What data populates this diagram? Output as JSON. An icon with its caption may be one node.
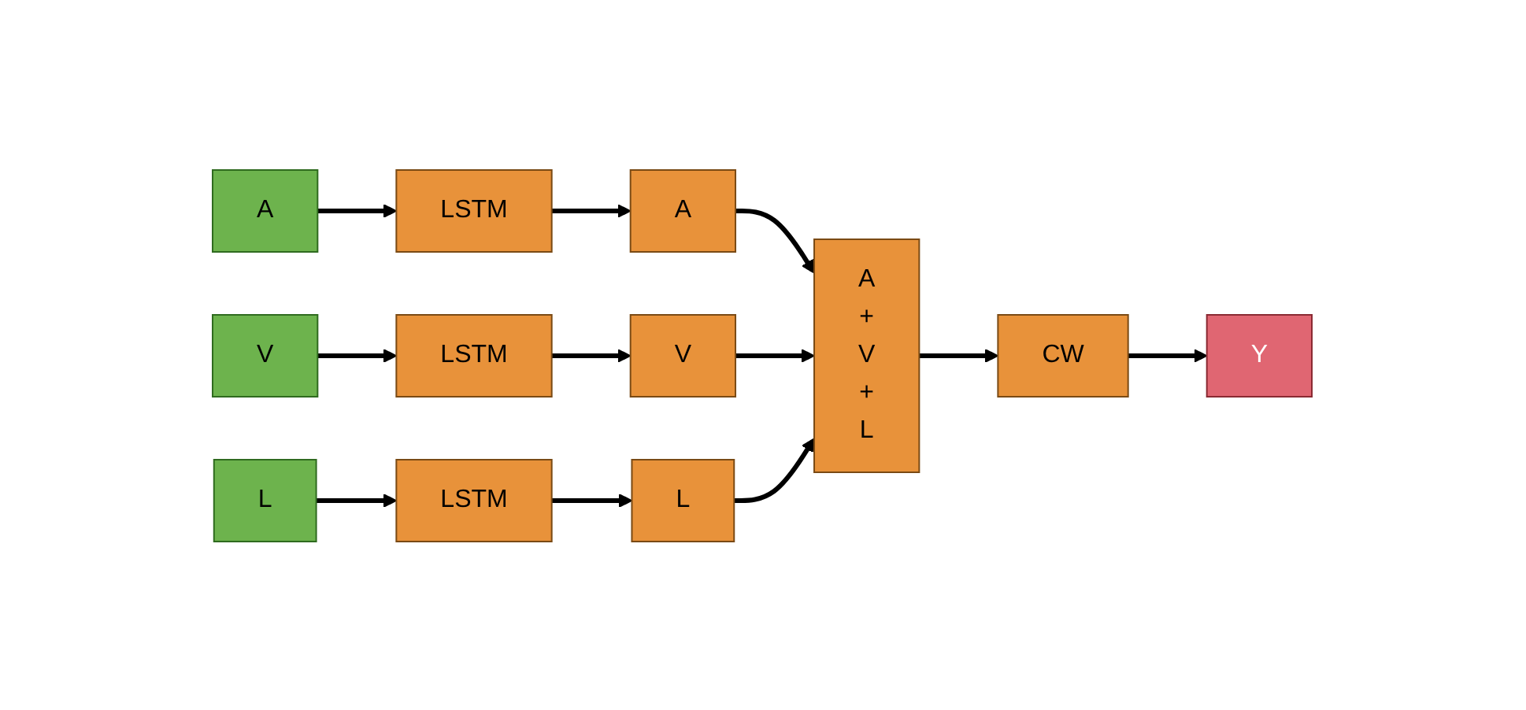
{
  "diagram": {
    "nodes": [
      {
        "text": [
          "A"
        ]
      },
      {
        "text": [
          "LSTM"
        ]
      },
      {
        "text": [
          "A"
        ]
      },
      {
        "text": [
          "V"
        ]
      },
      {
        "text": [
          "LSTM"
        ]
      },
      {
        "text": [
          "V"
        ]
      },
      {
        "text": [
          "L"
        ]
      },
      {
        "text": [
          "LSTM"
        ]
      },
      {
        "text": [
          "L"
        ]
      },
      {
        "text": [
          "A + V + L"
        ]
      },
      {
        "text": [
          "CW"
        ]
      },
      {
        "text": [
          "Y"
        ]
      }
    ],
    "edges": [
      {
        "from": 0,
        "to": 1,
        "arrow": "to"
      },
      {
        "from": 1,
        "to": 2,
        "arrow": "to"
      },
      {
        "from": 2,
        "to": 9,
        "arrow": "to"
      },
      {
        "from": 3,
        "to": 4,
        "arrow": "to"
      },
      {
        "from": 4,
        "to": 5,
        "arrow": "to"
      },
      {
        "from": 5,
        "to": 9,
        "arrow": "to"
      },
      {
        "from": 6,
        "to": 7,
        "arrow": "to"
      },
      {
        "from": 7,
        "to": 8,
        "arrow": "to"
      },
      {
        "from": 8,
        "to": 9,
        "arrow": "to"
      },
      {
        "from": 9,
        "to": 10,
        "arrow": "to"
      },
      {
        "from": 10,
        "to": 11,
        "arrow": "to"
      }
    ]
  }
}
